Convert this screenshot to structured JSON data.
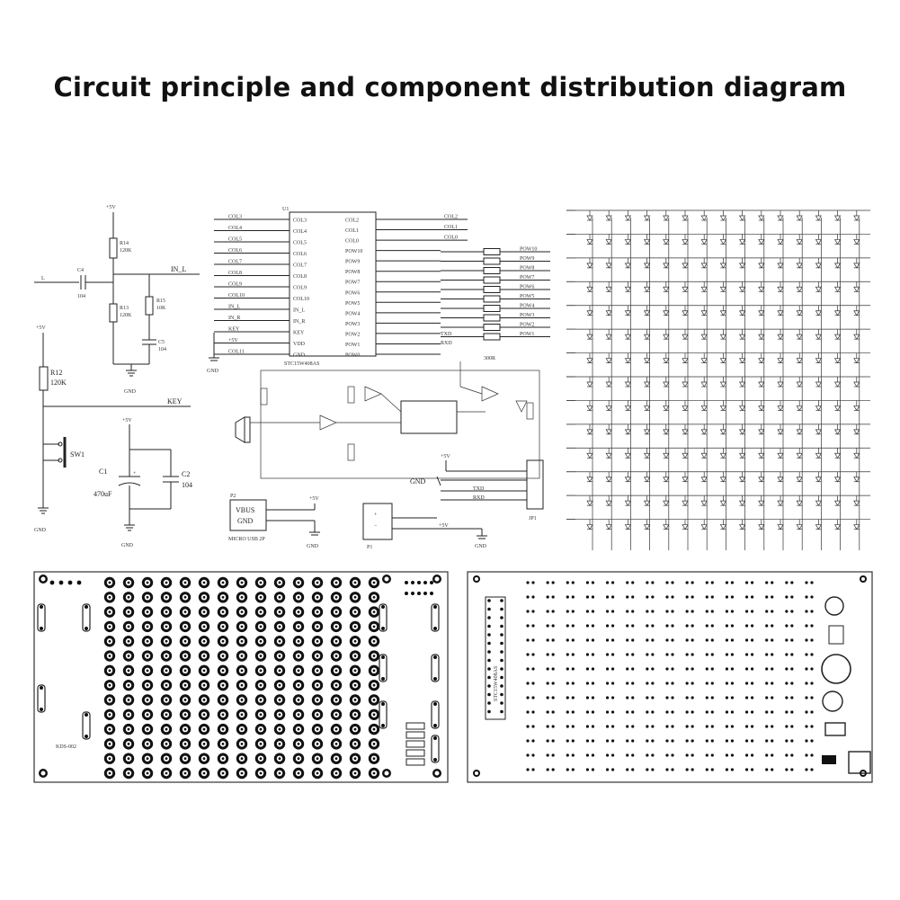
{
  "title": "Circuit principle and component distribution diagram",
  "control_circuit": {
    "supply": "+5V",
    "gnd": "GND",
    "in_label": "IN_L",
    "l_label": "L",
    "key_label": "KEY",
    "sw_label": "SW1",
    "r14": "R14",
    "r14_val": "120K",
    "r13": "R13",
    "r13_val": "120K",
    "r15": "R15",
    "r15_val": "10K",
    "c4": "C4",
    "c4_val": "104",
    "c5": "C5",
    "c5_val": "104",
    "r12": "R12",
    "r12_val": "120K",
    "c1": "C1",
    "c1_val": "470uF",
    "c2": "C2",
    "c2_val": "104",
    "usb_vbus": "VBUS",
    "usb_gnd": "GND",
    "usb_name": "MICRO USB 2P",
    "usb_ref": "P2"
  },
  "mcu": {
    "ref": "U1",
    "part": "STC15W408AS",
    "left_pins": [
      "COL3",
      "COL4",
      "COL5",
      "COL6",
      "COL7",
      "COL8",
      "COL9",
      "COL10",
      "IN_L",
      "IN_R",
      "KEY",
      "VDD",
      "GND"
    ],
    "right_pins": [
      "COL2",
      "COL1",
      "COL0",
      "POW10",
      "POW9",
      "POW8",
      "POW7",
      "POW6",
      "POW5",
      "POW4",
      "POW3",
      "POW2",
      "POW1",
      "POW0"
    ],
    "right_outputs": [
      "POW10",
      "POW9",
      "POW8",
      "POW7",
      "POW6",
      "POW5",
      "POW4",
      "POW3",
      "POW2",
      "POW1"
    ],
    "left_net_labels": [
      "COL3",
      "COL4",
      "COL5",
      "COL6",
      "COL7",
      "COL8",
      "COL9",
      "COL10",
      "IN_L",
      "IN_R",
      "KEY",
      "+5V",
      "COL11"
    ],
    "txd": "TXD",
    "rxd": "RXD",
    "resistor_array": "300R"
  },
  "connectors": {
    "p1": "P1",
    "jp1": "JP1",
    "gnd": "GND",
    "plus5": "+5V",
    "txd": "TXD",
    "rxd": "RXD"
  },
  "led_matrix": {
    "rows": 14,
    "cols": 15
  },
  "pcb_front": {
    "led_rows": 14,
    "led_cols": 15,
    "board_text": "KDS-002"
  },
  "pcb_back": {
    "board_text": "STC15W408AS"
  },
  "colors": {
    "ink": "#222222",
    "paper": "#ffffff",
    "title": "#111111"
  }
}
